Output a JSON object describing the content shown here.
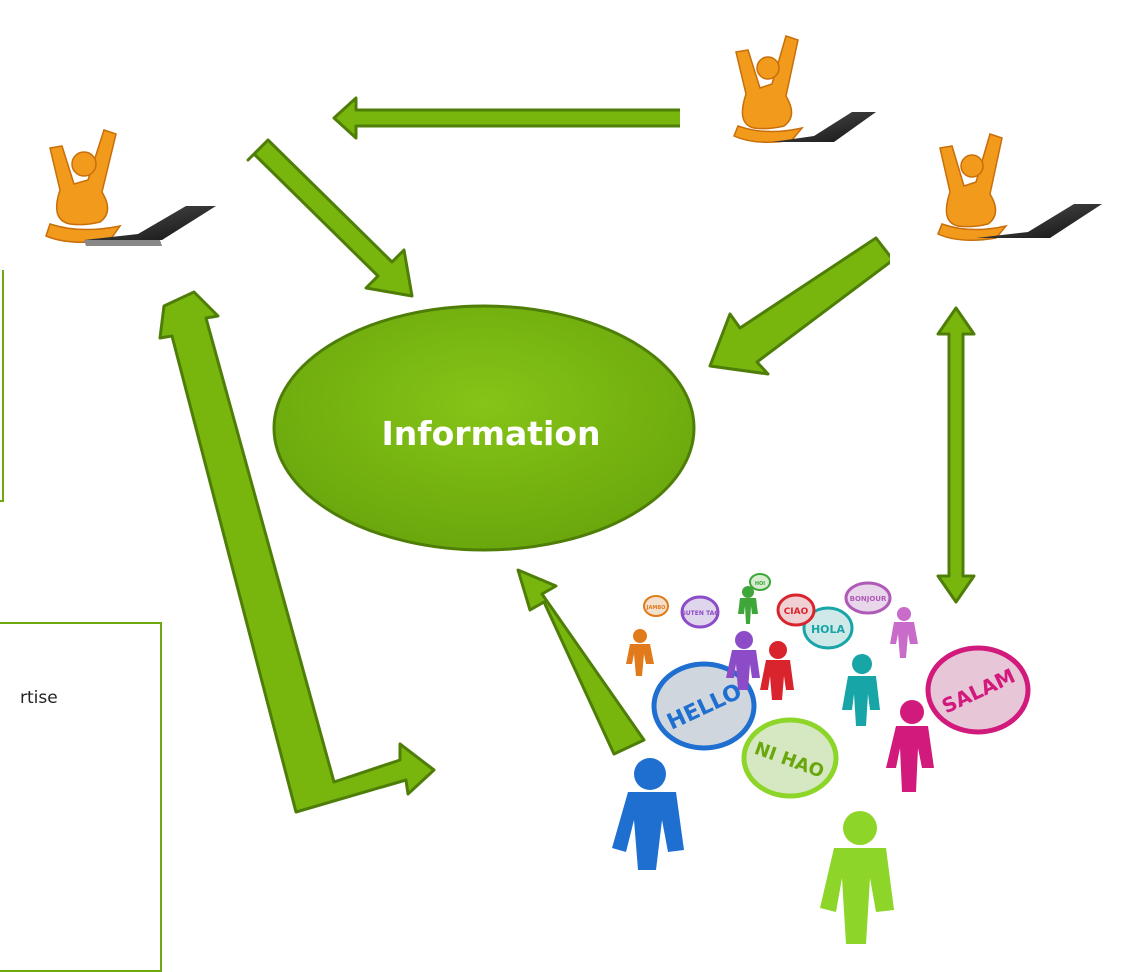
{
  "hub": {
    "label": "Information"
  },
  "side_box": {
    "text": "rtise"
  },
  "speech_bubbles": [
    "HELLO",
    "NI HAO",
    "SALAM",
    "HOLA",
    "CIAO",
    "GUTEN TAG",
    "BONJOUR",
    "JAMBO",
    "HOI"
  ],
  "icons": [
    "person-at-laptop-icon",
    "person-at-laptop-icon",
    "person-at-laptop-icon",
    "multilingual-crowd-icon"
  ],
  "colors": {
    "accent_green": "#78b60e",
    "accent_green_dark": "#4f7e08",
    "figure_orange": "#f29a1b",
    "laptop_dark": "#2a2a2a",
    "person_blue": "#1f6fd0",
    "person_green": "#8ed52a",
    "person_magenta": "#d11a7c",
    "person_teal": "#17a5a8",
    "person_red": "#d9242e",
    "person_purple": "#8c4bc7"
  }
}
